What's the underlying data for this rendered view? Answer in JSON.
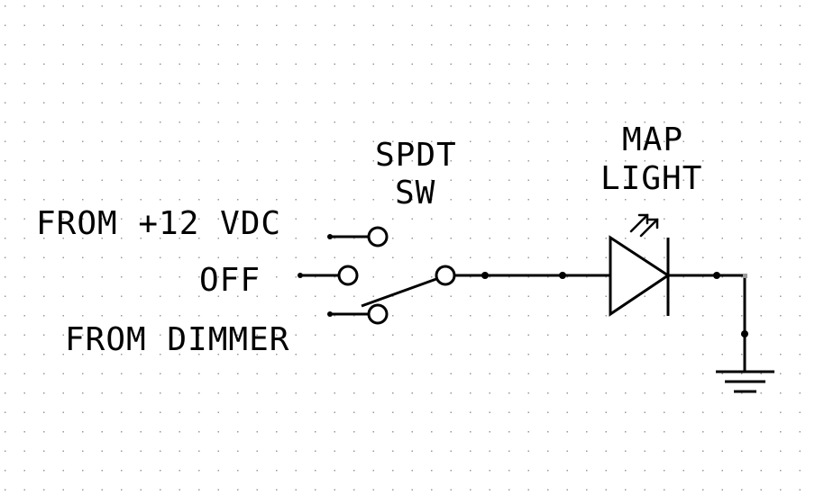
{
  "colors": {
    "background": "#ffffff",
    "wire": "#000000",
    "grid_dot": "#9a9a9a",
    "pin_end": "#9a9a9a"
  },
  "labels": {
    "from_12vdc": "FROM +12 VDC",
    "off": "OFF",
    "from_dimmer": "FROM DIMMER",
    "switch_line1": "SPDT",
    "switch_line2": "SW",
    "light_line1": "MAP",
    "light_line2": "LIGHT"
  },
  "symbols": {
    "switch": "spdt-switch",
    "lamp": "led-diode-symbol",
    "ground": "ground-symbol"
  }
}
